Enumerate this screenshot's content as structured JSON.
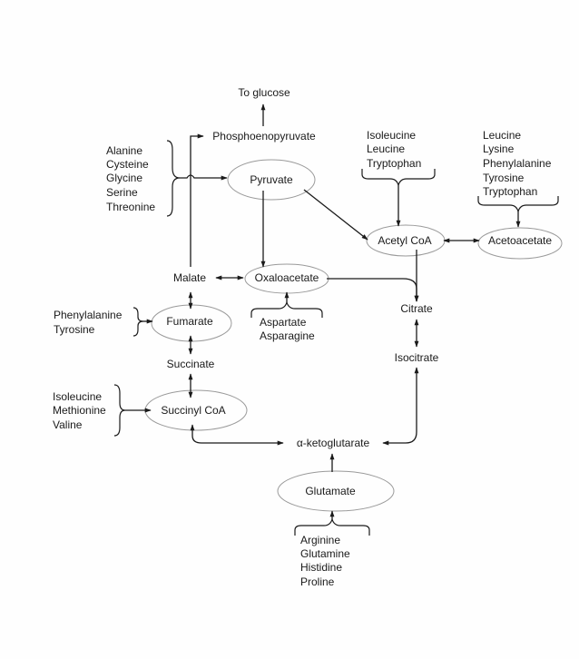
{
  "nodes": {
    "to_glucose": "To glucose",
    "phosphoenolpyruvate": "Phosphoenopyruvate",
    "pyruvate": "Pyruvate",
    "acetyl_coa": "Acetyl CoA",
    "acetoacetate": "Acetoacetate",
    "malate": "Malate",
    "oxaloacetate": "Oxaloacetate",
    "citrate": "Citrate",
    "fumarate": "Fumarate",
    "isocitrate": "Isocitrate",
    "succinate": "Succinate",
    "succinyl_coa": "Succinyl CoA",
    "alpha_ketoglutarate": "α-ketoglutarate",
    "glutamate": "Glutamate"
  },
  "amino_acid_groups": {
    "to_pyruvate": [
      "Alanine",
      "Cysteine",
      "Glycine",
      "Serine",
      "Threonine"
    ],
    "to_acetyl_coa": [
      "Isoleucine",
      "Leucine",
      "Tryptophan"
    ],
    "to_acetoacetate": [
      "Leucine",
      "Lysine",
      "Phenylalanine",
      "Tyrosine",
      "Tryptophan"
    ],
    "to_fumarate": [
      "Phenylalanine",
      "Tyrosine"
    ],
    "to_oxaloacetate": [
      "Aspartate",
      "Asparagine"
    ],
    "to_succinyl_coa": [
      "Isoleucine",
      "Methionine",
      "Valine"
    ],
    "to_glutamate": [
      "Arginine",
      "Glutamine",
      "Histidine",
      "Proline"
    ]
  },
  "colors": {
    "ink": "#1a1a1a",
    "oval": "#9a9a9a",
    "paper": "#fefefe"
  }
}
